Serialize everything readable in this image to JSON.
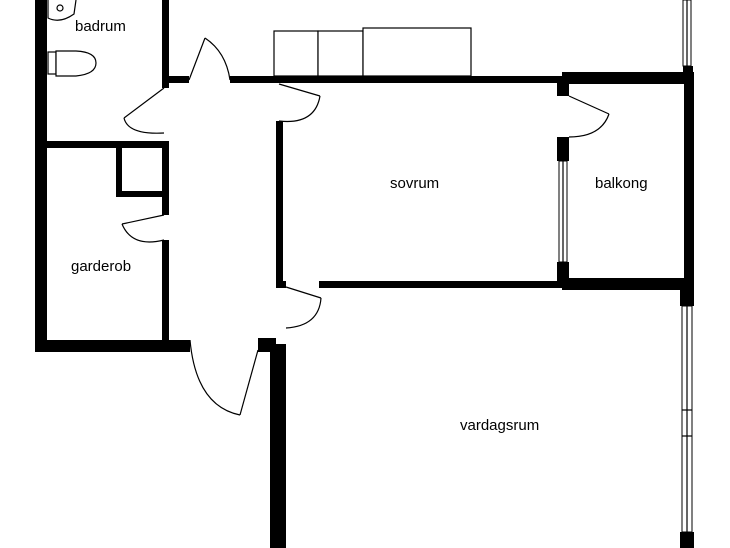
{
  "rooms": {
    "bathroom": {
      "label": "badrum"
    },
    "bedroom": {
      "label": "sovrum"
    },
    "balcony": {
      "label": "balkong"
    },
    "wardrobe": {
      "label": "garderob"
    },
    "living_room": {
      "label": "vardagsrum"
    }
  },
  "colors": {
    "wall": "#000000",
    "background": "#ffffff"
  }
}
